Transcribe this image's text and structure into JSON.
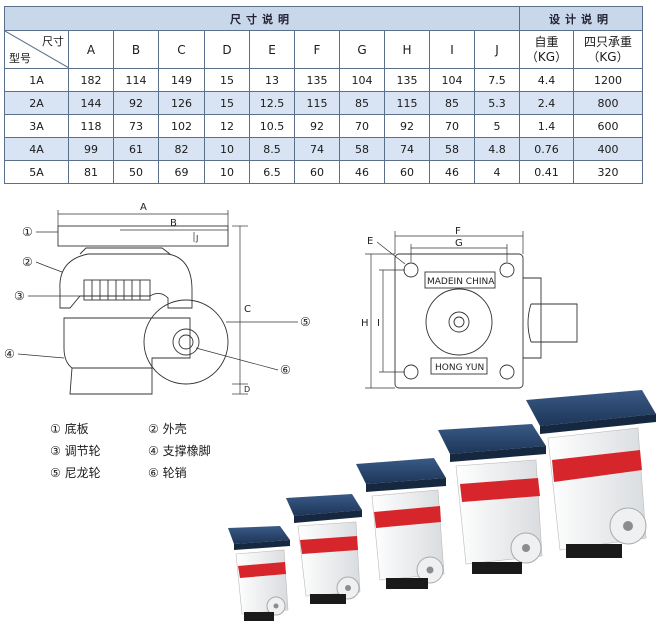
{
  "table": {
    "header_dimensions": "尺寸说明",
    "header_design": "设计说明",
    "corner_top": "尺寸",
    "corner_bottom": "型号",
    "columns": [
      "A",
      "B",
      "C",
      "D",
      "E",
      "F",
      "G",
      "H",
      "I",
      "J"
    ],
    "weight_label": "自重",
    "weight_unit": "（KG）",
    "load_label": "四只承重",
    "load_unit": "（KG）",
    "rows": [
      {
        "model": "1A",
        "values": [
          "182",
          "114",
          "149",
          "15",
          "13",
          "135",
          "104",
          "135",
          "104",
          "7.5"
        ],
        "weight": "4.4",
        "load": "1200"
      },
      {
        "model": "2A",
        "values": [
          "144",
          "92",
          "126",
          "15",
          "12.5",
          "115",
          "85",
          "115",
          "85",
          "5.3"
        ],
        "weight": "2.4",
        "load": "800"
      },
      {
        "model": "3A",
        "values": [
          "118",
          "73",
          "102",
          "12",
          "10.5",
          "92",
          "70",
          "92",
          "70",
          "5"
        ],
        "weight": "1.4",
        "load": "600"
      },
      {
        "model": "4A",
        "values": [
          "99",
          "61",
          "82",
          "10",
          "8.5",
          "74",
          "58",
          "74",
          "58",
          "4.8"
        ],
        "weight": "0.76",
        "load": "400"
      },
      {
        "model": "5A",
        "values": [
          "81",
          "50",
          "69",
          "10",
          "6.5",
          "60",
          "46",
          "60",
          "46",
          "4"
        ],
        "weight": "0.41",
        "load": "320"
      }
    ]
  },
  "drawing": {
    "callouts": [
      "①",
      "②",
      "③",
      "④",
      "⑤",
      "⑥"
    ],
    "dim_labels": {
      "A": "A",
      "B": "B",
      "C": "C",
      "D": "D",
      "E": "E",
      "F": "F",
      "G": "G",
      "H": "H",
      "I": "I",
      "J": "J"
    },
    "plate_text_1": "MADEIN CHINA",
    "plate_text_2": "HONG YUN"
  },
  "legend": [
    {
      "num": "①",
      "label": "底板"
    },
    {
      "num": "②",
      "label": "外壳"
    },
    {
      "num": "③",
      "label": "调节轮"
    },
    {
      "num": "④",
      "label": "支撑橡脚"
    },
    {
      "num": "⑤",
      "label": "尼龙轮"
    },
    {
      "num": "⑥",
      "label": "轮销"
    }
  ],
  "colors": {
    "header_bg": "#c9d7ea",
    "row_alt": "#d8e4f3",
    "base_plate": "#26436b",
    "housing": "#f4f4f2",
    "accent_red": "#d6262c"
  }
}
